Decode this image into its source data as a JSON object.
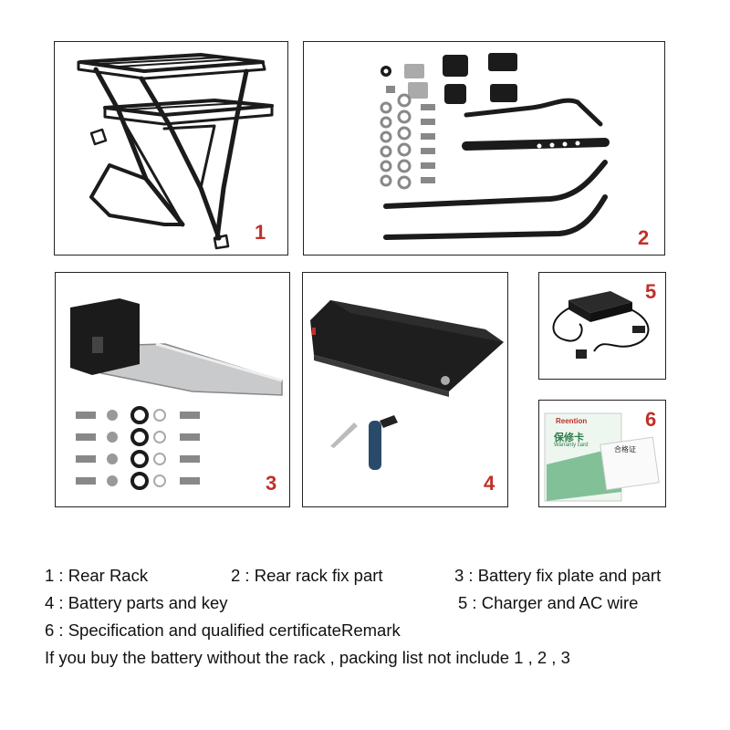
{
  "panels": [
    {
      "number": "1",
      "depicts": "rear-rack"
    },
    {
      "number": "2",
      "depicts": "rear-rack-fix-parts"
    },
    {
      "number": "3",
      "depicts": "battery-fix-plate"
    },
    {
      "number": "4",
      "depicts": "battery-and-key"
    },
    {
      "number": "5",
      "depicts": "charger-and-ac-wire"
    },
    {
      "number": "6",
      "depicts": "warranty-card-and-certificate"
    }
  ],
  "warranty_card": {
    "brand": "Reention",
    "title_cn": "保修卡",
    "title_en": "Warranty card",
    "cert_title": "合格证"
  },
  "legend": {
    "item1": "1 : Rear Rack",
    "item2": "2 : Rear rack fix part",
    "item3": "3 : Battery fix plate and part",
    "item4": "4 : Battery parts and key",
    "item5": "5 : Charger and AC wire",
    "item6": "6 : Specification and qualified certificateRemark",
    "note": "If you buy the battery without the rack , packing list not include 1 , 2 , 3"
  },
  "colors": {
    "number": "#c0302a",
    "border": "#222222",
    "metal": "#1b1b1b",
    "plate": "#c9cacc"
  }
}
